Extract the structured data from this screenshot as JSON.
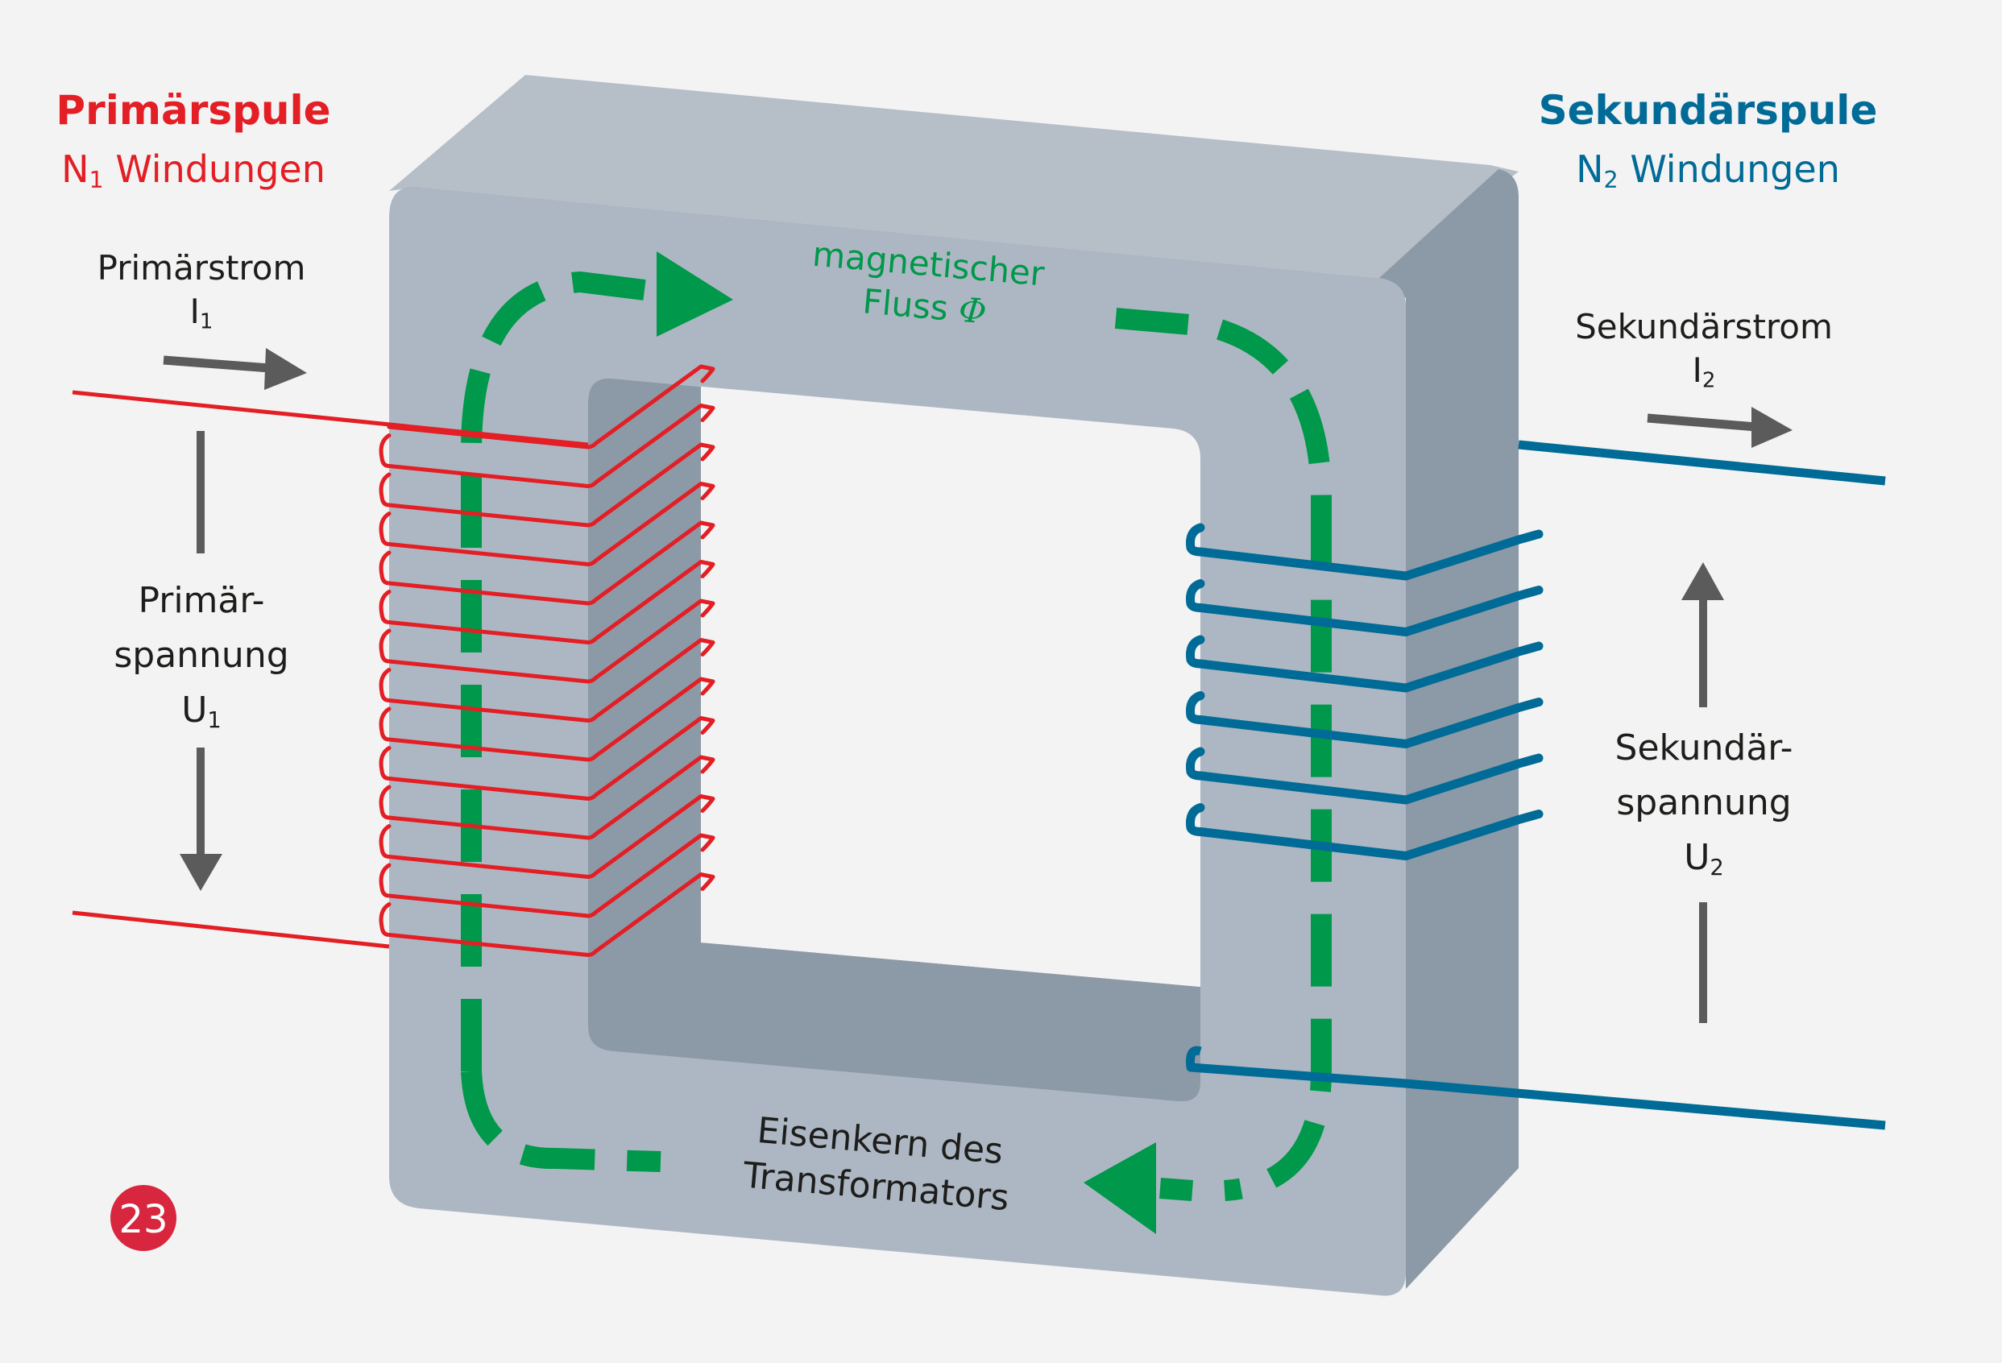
{
  "colors": {
    "background": "#F3F3F3",
    "core_front": "#ADB7C3",
    "core_top": "#B6BEC8",
    "core_side": "#8C99A6",
    "primary": "#E31E24",
    "secondary": "#006B97",
    "flux": "#00984A",
    "arrow_gray": "#5B5B5B",
    "badge": "#D7263D",
    "text": "#1D1D1B"
  },
  "primary_coil": {
    "title": "Primärspule",
    "turns_symbol": "N",
    "turns_index": "1",
    "turns_word": "Windungen",
    "current_label": "Primärstrom",
    "current_symbol": "I",
    "current_index": "1",
    "voltage_label_line1": "Primär-",
    "voltage_label_line2": "spannung",
    "voltage_symbol": "U",
    "voltage_index": "1",
    "drawn_turns": 14
  },
  "secondary_coil": {
    "title": "Sekundärspule",
    "turns_symbol": "N",
    "turns_index": "2",
    "turns_word": "Windungen",
    "current_label": "Sekundärstrom",
    "current_symbol": "I",
    "current_index": "2",
    "voltage_label_line1": "Sekundär-",
    "voltage_label_line2": "spannung",
    "voltage_symbol": "U",
    "voltage_index": "2",
    "drawn_turns": 6
  },
  "flux": {
    "label_line1": "magnetischer",
    "label_line2": "Fluss",
    "symbol": "Φ"
  },
  "core": {
    "label_line1": "Eisenkern des",
    "label_line2": "Transformators"
  },
  "badge": {
    "number": "23"
  }
}
